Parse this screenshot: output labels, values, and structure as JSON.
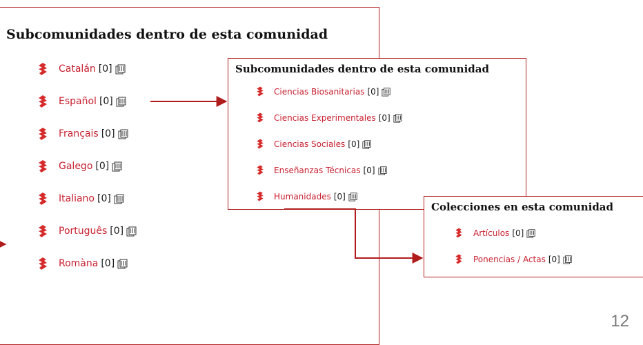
{
  "panel_main": {
    "title": "Subcomunidades dentro de esta comunidad",
    "items": [
      {
        "label": "Catalán",
        "count": "[0]"
      },
      {
        "label": "Español",
        "count": "[0]"
      },
      {
        "label": "Français",
        "count": "[0]"
      },
      {
        "label": "Galego",
        "count": "[0]"
      },
      {
        "label": "Italiano",
        "count": "[0]"
      },
      {
        "label": "Português",
        "count": "[0]"
      },
      {
        "label": "Romàna",
        "count": "[0]"
      }
    ]
  },
  "panel_sub": {
    "title": "Subcomunidades dentro de esta comunidad",
    "items": [
      {
        "label": "Ciencias Biosanitarias",
        "count": "[0]"
      },
      {
        "label": "Ciencias Experimentales",
        "count": "[0]"
      },
      {
        "label": "Ciencias Sociales",
        "count": "[0]"
      },
      {
        "label": "Enseñanzas Técnicas",
        "count": "[0]"
      },
      {
        "label": "Humanidades",
        "count": "[0]"
      }
    ]
  },
  "panel_collections": {
    "title": "Colecciones en esta comunidad",
    "items": [
      {
        "label": "Artículos",
        "count": "[0]"
      },
      {
        "label": "Ponencias / Actas",
        "count": "[0]"
      }
    ]
  },
  "icons": {
    "community": "community-icon",
    "feed": "stack-icon"
  },
  "colors": {
    "link": "#c8202f",
    "border": "#b01c1c",
    "arrow": "#b01c1c"
  },
  "slide_number": "12"
}
